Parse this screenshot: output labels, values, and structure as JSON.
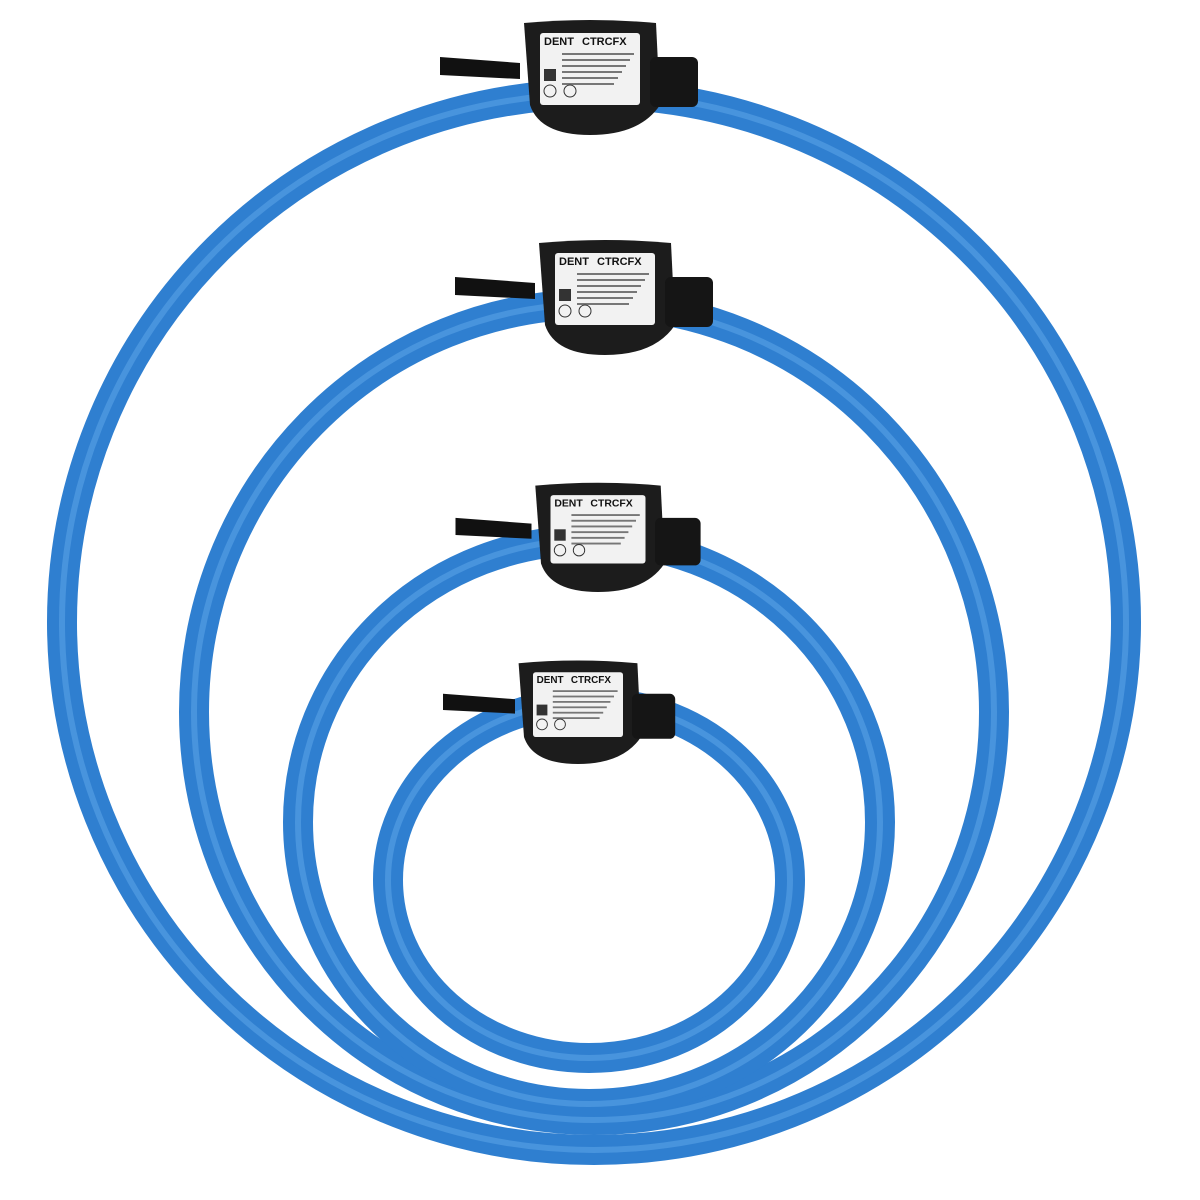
{
  "colors": {
    "cable": "#2f7fd0",
    "cable_highlight": "#5aa2e6",
    "housing": "#1c1c1c",
    "label_bg": "#f2f2f2"
  },
  "sensors": [
    {
      "brand": "DENT",
      "model": "CTRCFX"
    },
    {
      "brand": "DENT",
      "model": "CTRCFX"
    },
    {
      "brand": "DENT",
      "model": "CTRCFX"
    },
    {
      "brand": "DENT",
      "model": "CTRCFX"
    }
  ]
}
